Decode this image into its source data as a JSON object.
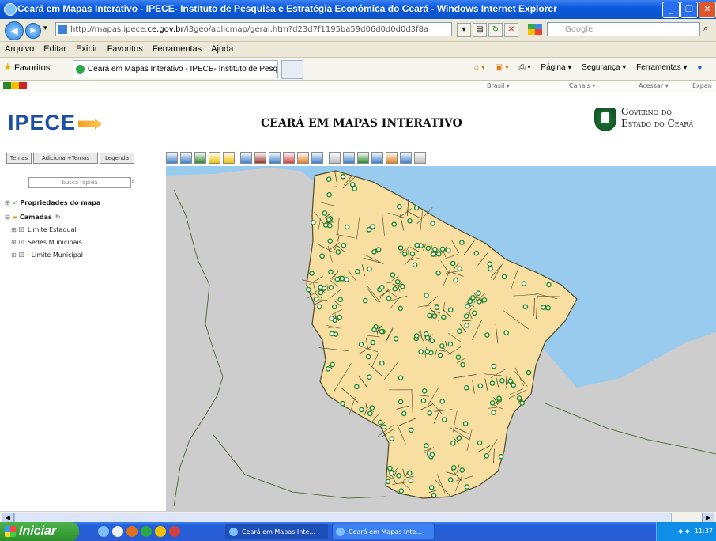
{
  "window": {
    "title": "Ceará em Mapas Interativo - IPECE- Instituto de Pesquisa e Estratégia Econômica do Ceará - Windows Internet Explorer"
  },
  "address_bar": {
    "url_prefix": "http://mapas.ipece.",
    "url_domain": "ce.gov.br",
    "url_rest": "/i3geo/aplicmap/geral.htm?d23d7f1195ba59d06d0d0d0d3f8a",
    "search_placeholder": "Google"
  },
  "menu": [
    "Arquivo",
    "Editar",
    "Exibir",
    "Favoritos",
    "Ferramentas",
    "Ajuda"
  ],
  "favorites": {
    "label": "Favoritos",
    "tab_title": "Ceará em Mapas Interativo - IPECE- Instituto de Pesq..."
  },
  "command_bar": [
    "Página ▾",
    "Segurança ▾",
    "Ferramentas ▾"
  ],
  "thin_bar": [
    "Brasil ▾",
    "Canais ▾",
    "Acessar ▾",
    "Expan"
  ],
  "header": {
    "logo": "IPECE",
    "title": "CEARÁ EM MAPAS INTERATIVO",
    "gov_line1": "Governo do",
    "gov_line2": "Estado do Ceará"
  },
  "left_panel": {
    "tabs": [
      "Temas",
      "Adiciona +Temas",
      "Legenda"
    ],
    "search_placeholder": "busca rápida",
    "map_props": "Propriedades do mapa",
    "layers_group": "Camadas",
    "layers": [
      "Limite Estadual",
      "Sedes Municipais",
      "Limite Municipal"
    ]
  },
  "taskbar": {
    "start": "Iniciar",
    "tasks": [
      "Ceará em Mapas Inte...",
      "Ceará em Mapas Inte..."
    ],
    "clock": "11:37"
  },
  "colors": {
    "state_fill": "#f8dfa1",
    "border": "#4c4c2c",
    "sea": "#98cbee",
    "land": "#cdcdcd",
    "seat_ring": "#1f8a1f"
  }
}
